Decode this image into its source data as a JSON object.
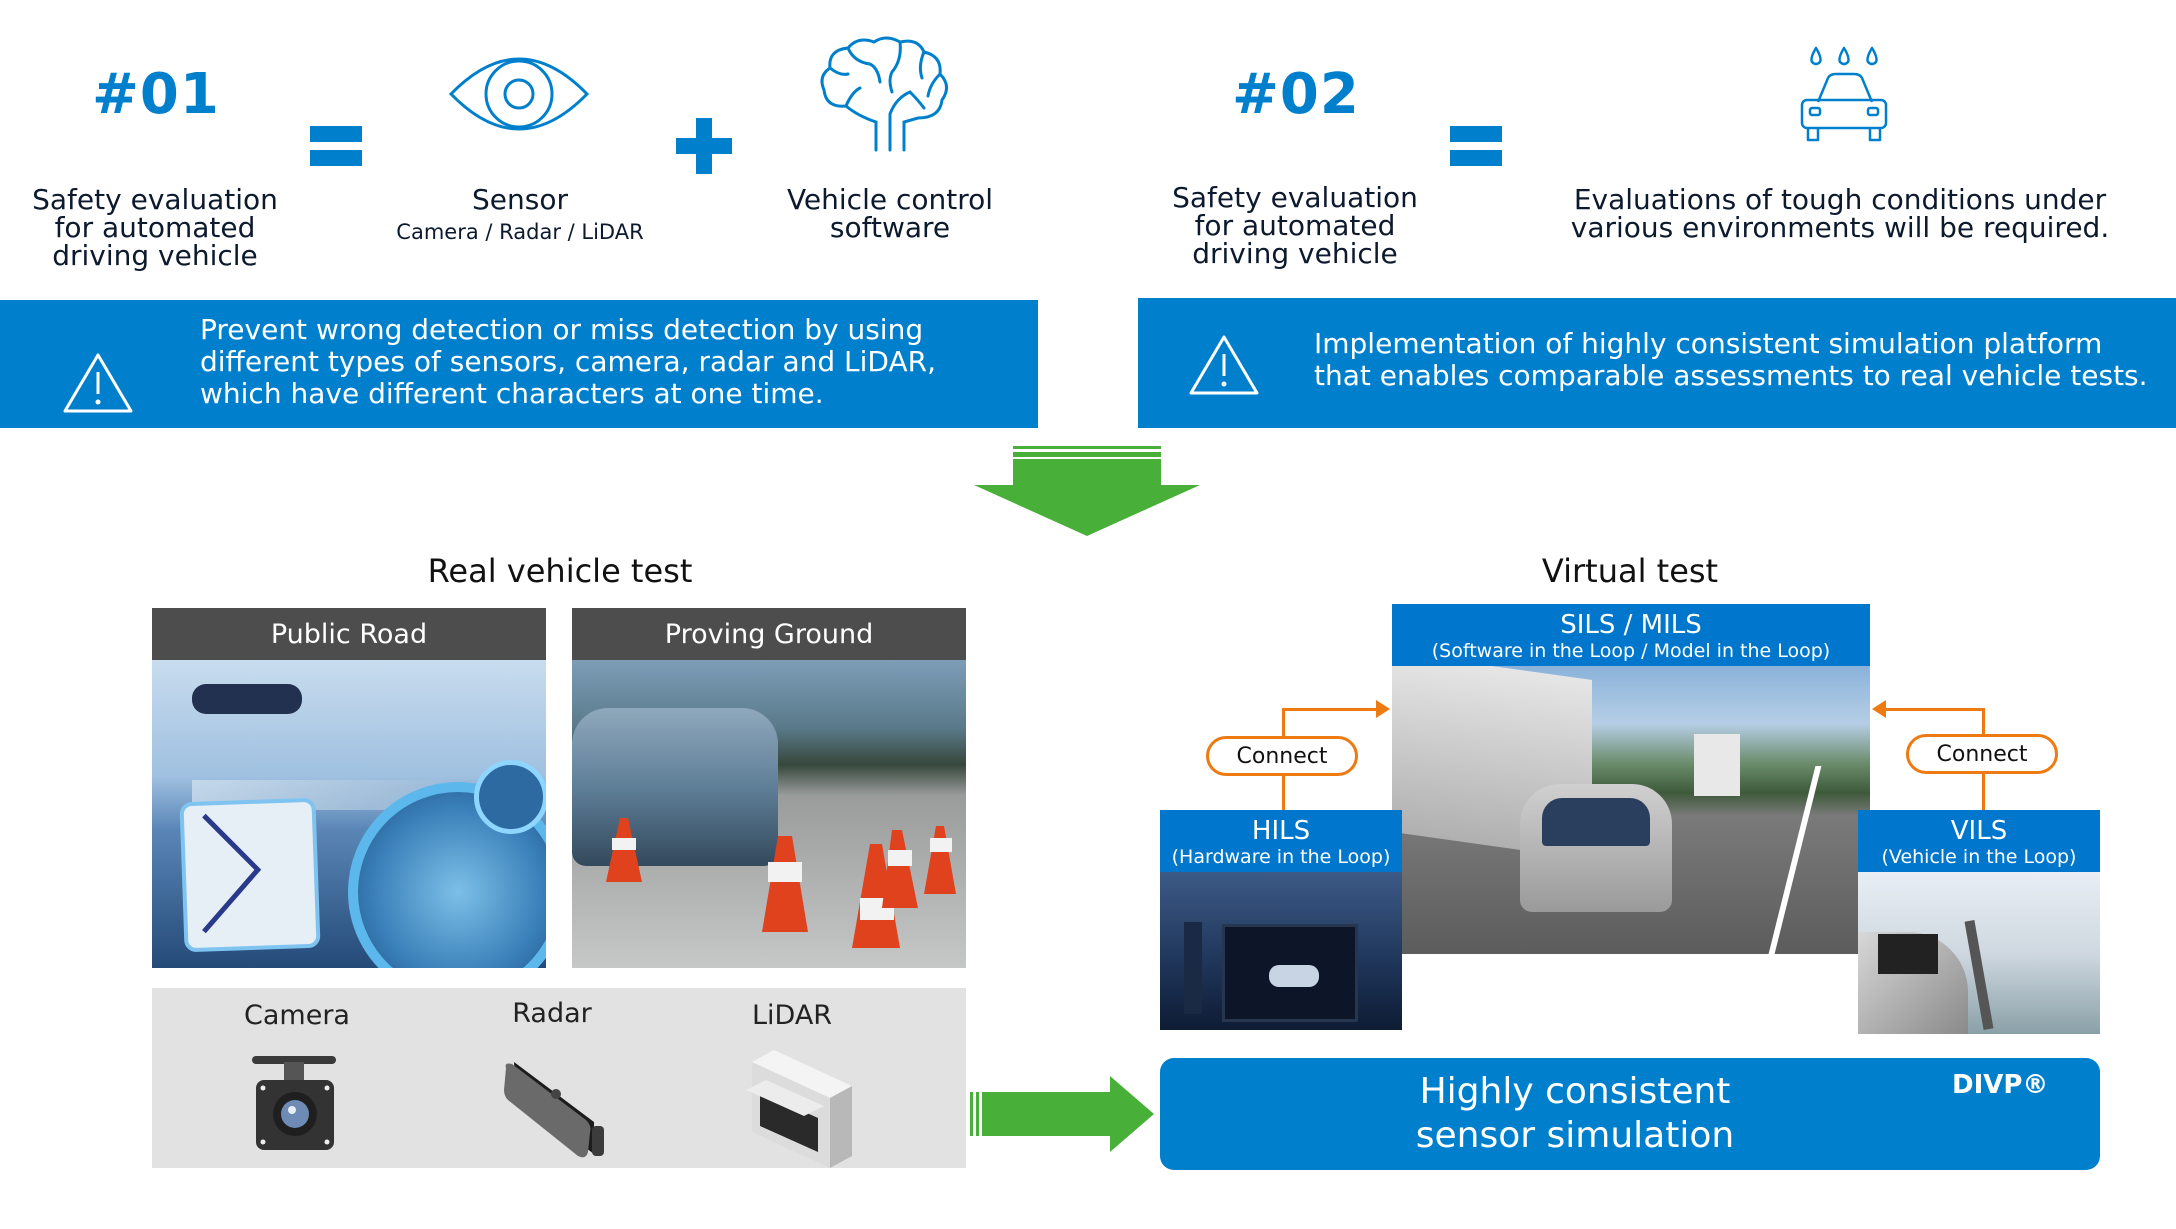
{
  "colors": {
    "brand_blue": "#0080cc",
    "header_blue": "#0077cc",
    "arrow_green": "#48b038",
    "connector_orange": "#ee7a12",
    "dark_header": "#4d4d4d",
    "sensor_panel": "#e2e2e2"
  },
  "item1": {
    "number": "#01",
    "lhs_lines": [
      "Safety evaluation",
      "for automated",
      "driving vehicle"
    ],
    "sensor_title": "Sensor",
    "sensor_subtitle": "Camera / Radar / LiDAR",
    "software_lines": [
      "Vehicle control",
      "software"
    ],
    "icons": [
      "equals-icon",
      "eye-icon",
      "plus-icon",
      "brain-icon"
    ],
    "note_icon": "warning-icon",
    "note_lines": [
      "Prevent wrong detection or miss detection by using",
      "different types of sensors, camera, radar and LiDAR,",
      "which have different characters at one time."
    ]
  },
  "item2": {
    "number": "#02",
    "lhs_lines": [
      "Safety evaluation",
      "for automated",
      "driving vehicle"
    ],
    "rhs_lines": [
      "Evaluations of tough conditions under",
      "various environments will be required."
    ],
    "icons": [
      "equals-icon",
      "car-rain-icon"
    ],
    "note_icon": "warning-icon",
    "note_lines": [
      "Implementation of highly consistent simulation platform",
      "that enables comparable assessments to real vehicle tests."
    ]
  },
  "real_test": {
    "title": "Real vehicle test",
    "panels": [
      {
        "label": "Public Road",
        "image": "self-driving-cockpit-photo"
      },
      {
        "label": "Proving Ground",
        "image": "car-with-traffic-cones-photo"
      }
    ],
    "sensors": [
      {
        "label": "Camera",
        "icon": "camera-sensor-icon"
      },
      {
        "label": "Radar",
        "icon": "radar-sensor-icon"
      },
      {
        "label": "LiDAR",
        "icon": "lidar-sensor-icon"
      }
    ]
  },
  "virtual_test": {
    "title": "Virtual test",
    "sils": {
      "title": "SILS / MILS",
      "subtitle": "(Software in the Loop / Model in the Loop)"
    },
    "hils": {
      "title": "HILS",
      "subtitle": "(Hardware in the Loop)"
    },
    "vils": {
      "title": "VILS",
      "subtitle": "(Vehicle in the Loop)"
    },
    "connect_left": "Connect",
    "connect_right": "Connect"
  },
  "result": {
    "lines": [
      "Highly consistent",
      "sensor simulation"
    ],
    "brand": "DIVP®"
  }
}
